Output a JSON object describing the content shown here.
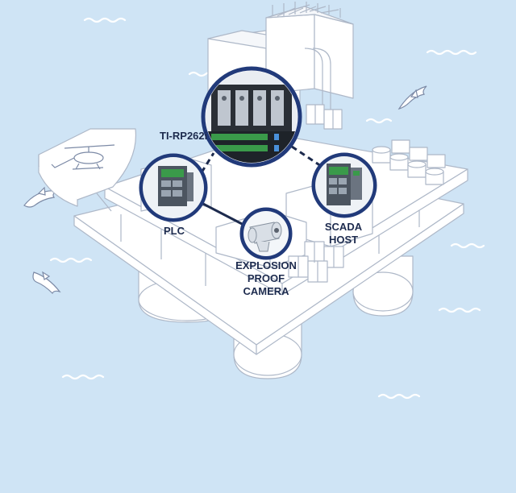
{
  "labels": {
    "switch": "TI-RP262i",
    "plc": "PLC",
    "scada_line1": "SCADA",
    "scada_line2": "HOST",
    "camera_line1": "EXPLOSION",
    "camera_line2": "PROOF",
    "camera_line3": "CAMERA"
  },
  "colors": {
    "sea": "#cfe4f5",
    "wave": "#ffffff",
    "platform_fill": "#ffffff",
    "platform_stroke": "#aeb8c8",
    "node_ring": "#213a7a",
    "link": "#1d2b4e",
    "label_text": "#1d2b4e",
    "device_green": "#3a9a4a"
  },
  "icons": {
    "switch": "rackmount-switch-icon",
    "plc": "industrial-switch-icon",
    "scada": "industrial-switch-icon",
    "camera": "explosion-proof-camera-icon",
    "animals": "dolphin-icon",
    "vehicle": "helicopter-icon"
  }
}
